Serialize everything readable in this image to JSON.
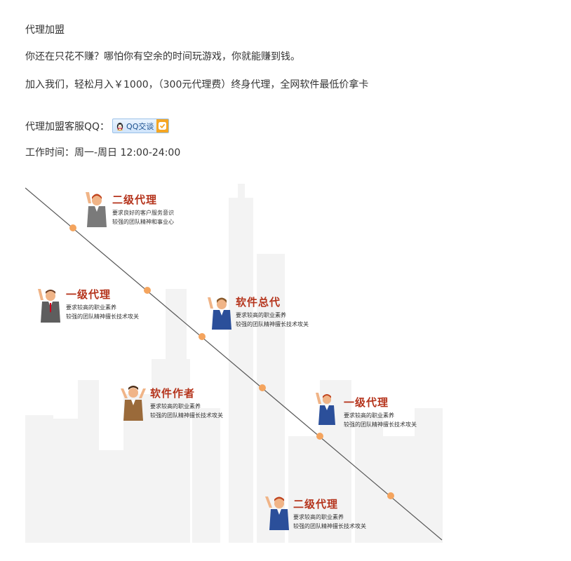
{
  "intro": {
    "heading": "代理加盟",
    "line1": "你还在只花不赚？哪怕你有空余的时间玩游戏，你就能赚到钱。",
    "line2": "加入我们，轻松月入￥1000，（300元代理费）终身代理，全网软件最低价拿卡",
    "qq_label": "代理加盟客服QQ：",
    "qq_button": "QQ交谈",
    "work_time": "工作时间：周一-周日 12:00-24:00"
  },
  "roles": [
    {
      "title": "二级代理",
      "desc1": "要求良好的客户服务意识",
      "desc2": "较强的团队精神和事业心"
    },
    {
      "title": "一级代理",
      "desc1": "要求较高的职业素养",
      "desc2": "较强的团队精神擅长技术攻关"
    },
    {
      "title": "软件总代",
      "desc1": "要求较高的职业素养",
      "desc2": "较强的团队精神擅长技术攻关"
    },
    {
      "title": "软件作者",
      "desc1": "要求较高的职业素养",
      "desc2": "较强的团队精神擅长技术攻关"
    },
    {
      "title": "一级代理",
      "desc1": "要求较高的职业素养",
      "desc2": "较强的团队精神擅长技术攻关"
    },
    {
      "title": "二级代理",
      "desc1": "要求较高的职业素养",
      "desc2": "较强的团队精神擅长技术攻关"
    }
  ],
  "colors": {
    "title_red": "#b5341c",
    "dot_orange": "#f4a45e",
    "diagonal_line": "#555555",
    "skyline": "#f2f2f2"
  },
  "icons": [
    "qq-penguin-icon",
    "check-icon",
    "person-icon"
  ]
}
